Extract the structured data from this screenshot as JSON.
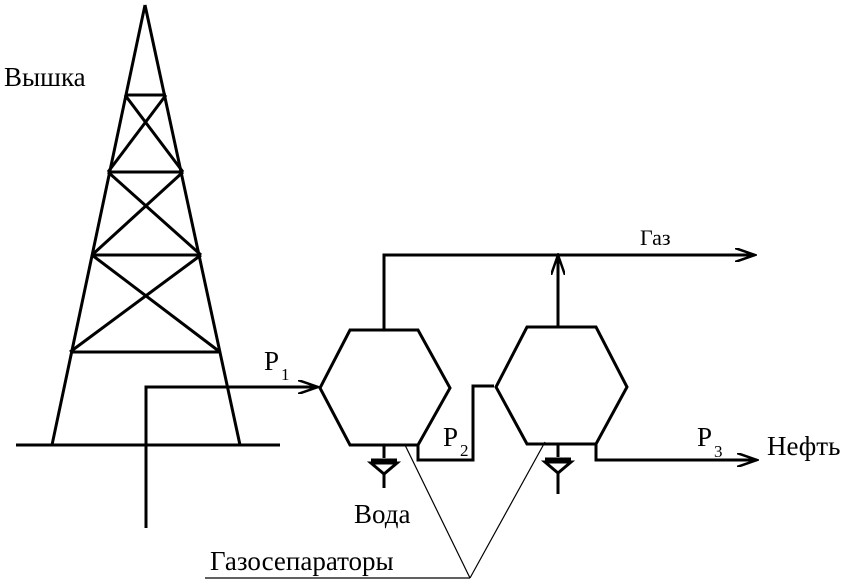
{
  "labels": {
    "tower": "Вышка",
    "gas": "Газ",
    "oil": "Нефть",
    "water": "Вода",
    "separators": "Газосепараторы",
    "p1": "P",
    "p1_sub": "1",
    "p2": "P",
    "p2_sub": "2",
    "p3": "P",
    "p3_sub": "3"
  },
  "colors": {
    "stroke": "#000000",
    "background": "#ffffff"
  }
}
